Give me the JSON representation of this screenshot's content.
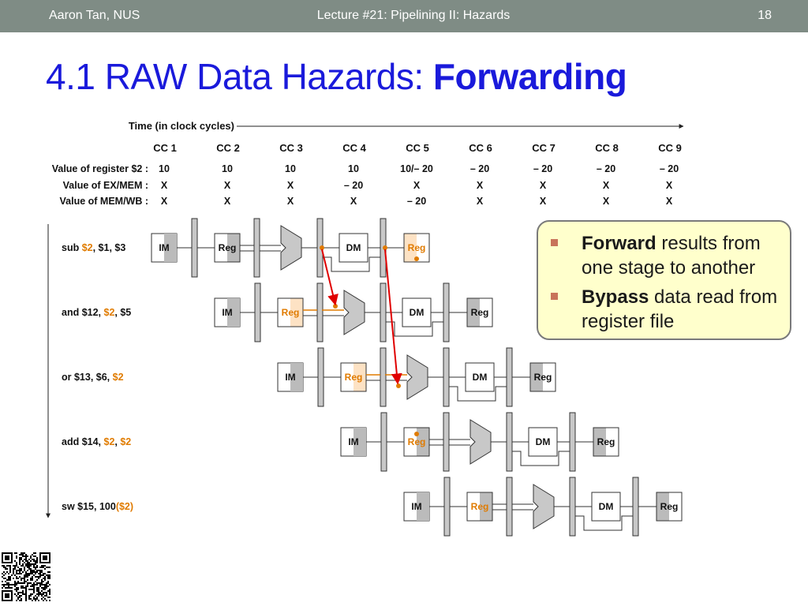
{
  "header": {
    "author": "Aaron Tan, NUS",
    "lecture": "Lecture #21: Pipelining II: Hazards",
    "page": "18"
  },
  "title": {
    "normal": "4.1 RAW Data Hazards: ",
    "bold": "Forwarding"
  },
  "time_label": "Time (in clock cycles)",
  "clock_cycles": [
    "CC 1",
    "CC 2",
    "CC 3",
    "CC 4",
    "CC 5",
    "CC 6",
    "CC 7",
    "CC 8",
    "CC 9"
  ],
  "value_rows": [
    {
      "label": "Value of register $2 :",
      "values": [
        "10",
        "10",
        "10",
        "10",
        "10/– 20",
        "– 20",
        "– 20",
        "– 20",
        "– 20"
      ]
    },
    {
      "label": "Value of EX/MEM :",
      "values": [
        "X",
        "X",
        "X",
        "– 20",
        "X",
        "X",
        "X",
        "X",
        "X"
      ]
    },
    {
      "label": "Value of MEM/WB :",
      "values": [
        "X",
        "X",
        "X",
        "X",
        "– 20",
        "X",
        "X",
        "X",
        "X"
      ]
    }
  ],
  "instructions": [
    {
      "parts": [
        {
          "t": "sub ",
          "h": false
        },
        {
          "t": "$2",
          "h": true
        },
        {
          "t": ", $1, $3",
          "h": false
        }
      ],
      "start": 0,
      "reg_highlight": true
    },
    {
      "parts": [
        {
          "t": "and $12, ",
          "h": false
        },
        {
          "t": "$2",
          "h": true
        },
        {
          "t": ", $5",
          "h": false
        }
      ],
      "start": 1,
      "reg_highlight": true
    },
    {
      "parts": [
        {
          "t": "or $13, $6, ",
          "h": false
        },
        {
          "t": "$2",
          "h": true
        }
      ],
      "start": 2,
      "reg_highlight": true
    },
    {
      "parts": [
        {
          "t": "add $14, ",
          "h": false
        },
        {
          "t": "$2",
          "h": true
        },
        {
          "t": ", ",
          "h": false
        },
        {
          "t": "$2",
          "h": true
        }
      ],
      "start": 3,
      "reg_highlight": true
    },
    {
      "parts": [
        {
          "t": "sw $15, 100",
          "h": false
        },
        {
          "t": "($2)",
          "h": true
        }
      ],
      "start": 4,
      "reg_highlight": true
    }
  ],
  "stage_labels": {
    "im": "IM",
    "reg": "Reg",
    "dm": "DM"
  },
  "callout": [
    {
      "bold": "Forward",
      "rest": " results from one stage to another"
    },
    {
      "bold": "Bypass",
      "rest": " data read from register file"
    }
  ],
  "colors": {
    "header_bg": "#7f8c85",
    "title": "#1a1adb",
    "highlight": "#e07b00",
    "arrow": "#e00000",
    "callout_bg": "#ffffcc"
  }
}
